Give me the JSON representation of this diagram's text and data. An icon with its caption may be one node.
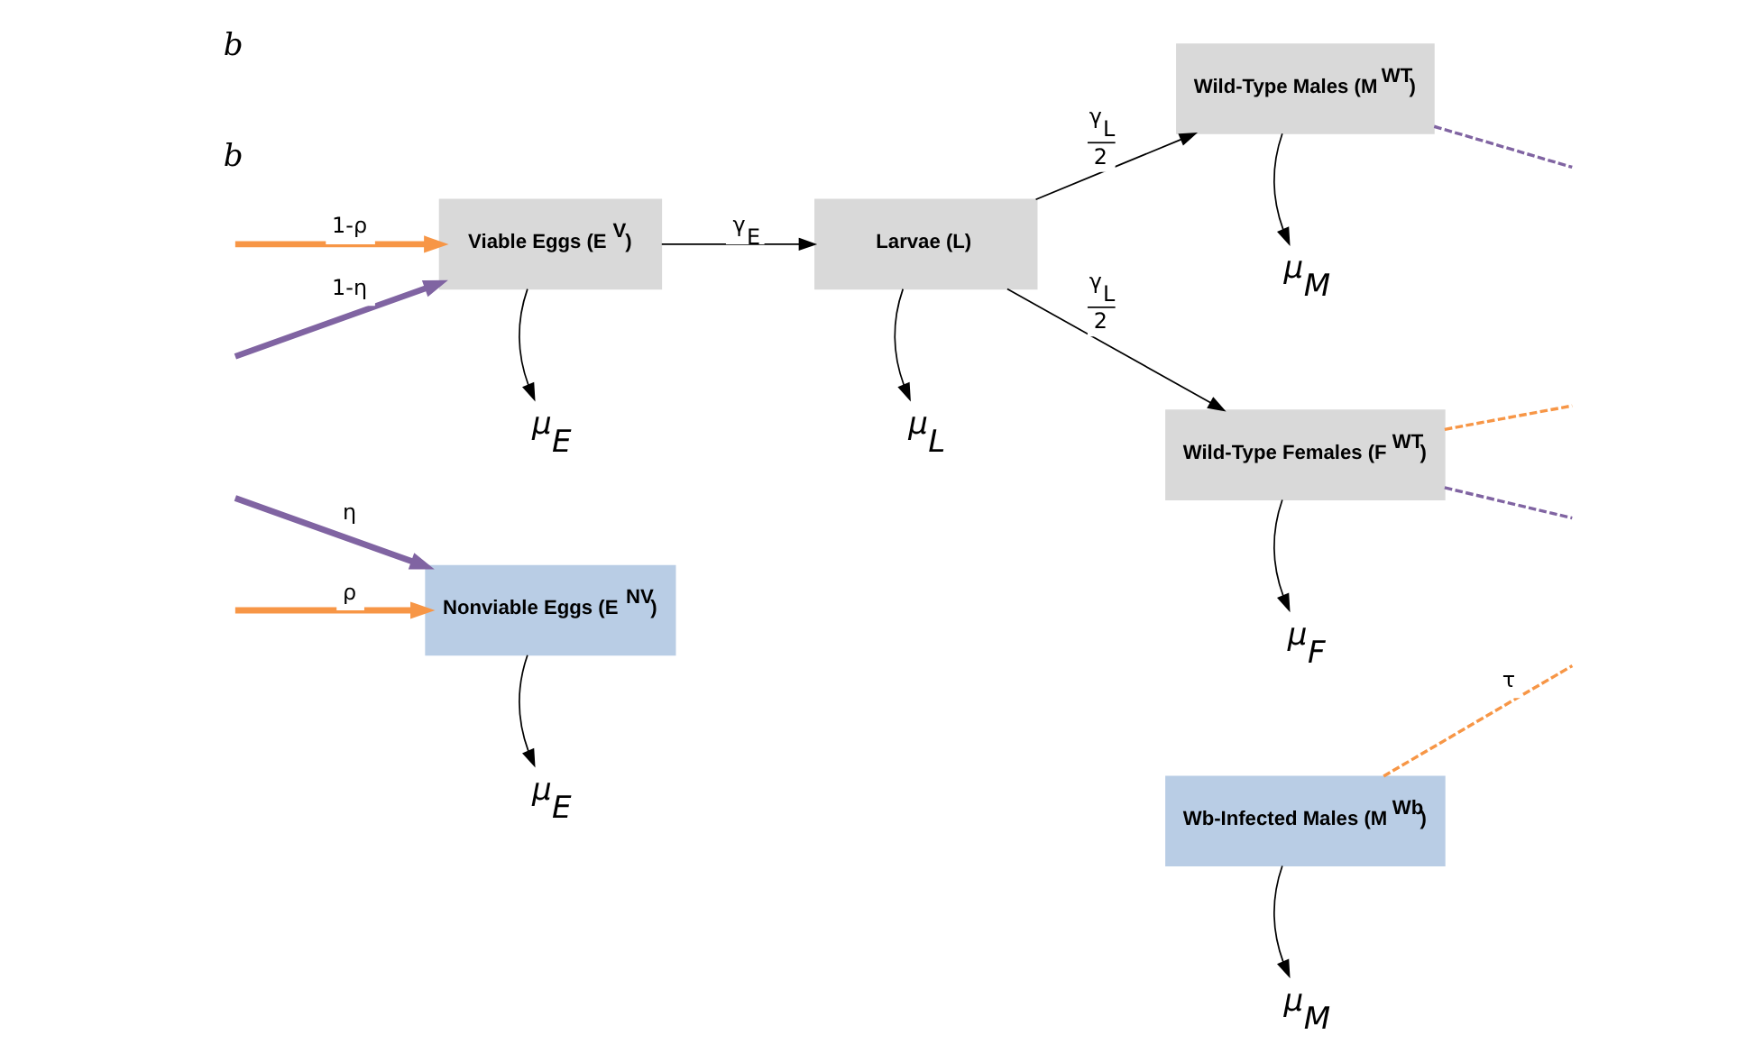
{
  "diagram": {
    "nodes": [
      {
        "text": [
          "Viable Eggs (E$^{V}$)"
        ]
      },
      {
        "text": [
          "Larvae (L)"
        ]
      },
      {
        "text": [
          "Wild-Type Males (M$^{WT}$)"
        ]
      },
      {
        "text": [
          "Wild-Type Females (F$^{WT}$)"
        ]
      },
      {
        "text": [
          "Nonviable Eggs (E$^{NV}$)"
        ]
      },
      {
        "text": [
          "Wb-Infected Males (M$^{Wb}$)"
        ]
      },
      {
        "text": [
          "μ$_{E}$"
        ]
      },
      {
        "text": [
          "μ$_{L}$"
        ]
      },
      {
        "text": [
          "μ$_{M}$"
        ]
      },
      {
        "text": [
          "μ$_{F}$"
        ]
      },
      {
        "text": [
          "μ$_{E}$"
        ]
      },
      {
        "text": [
          "μ$_{M}$"
        ]
      }
    ],
    "edges": [
      {
        "from": 0,
        "to": 1,
        "arrow": "to",
        "label": "γ$_{E}$"
      },
      {
        "from": 1,
        "to": 2,
        "arrow": "to",
        "label": "γ$_{L}$ 2"
      },
      {
        "from": 1,
        "to": 3,
        "arrow": "to",
        "label": "γ$_{L}$ 2"
      },
      {
        "from": 0,
        "to": 6,
        "arrow": "to"
      },
      {
        "from": 1,
        "to": 7,
        "arrow": "to"
      },
      {
        "from": 2,
        "to": 8,
        "arrow": "to"
      },
      {
        "from": 3,
        "to": 9,
        "arrow": "to"
      },
      {
        "from": 4,
        "to": 10,
        "arrow": "to"
      },
      {
        "from": 5,
        "to": 11,
        "arrow": "to"
      },
      {
        "from": 2,
        "to": null,
        "arrow": "none",
        "style": "dashed",
        "color": "#8064a2"
      },
      {
        "from": 3,
        "to": null,
        "arrow": "none",
        "style": "dashed",
        "color": "#8064a2"
      },
      {
        "from": 3,
        "to": null,
        "arrow": "none",
        "style": "dashed",
        "color": "#f79646"
      },
      {
        "from": 5,
        "to": null,
        "arrow": "none",
        "style": "dashed",
        "color": "#f79646",
        "label": "τ"
      },
      {
        "from": null,
        "to": 0,
        "arrow": "to",
        "style": "thick",
        "color": "#8064a2",
        "label": "1-η"
      },
      {
        "from": null,
        "to": 4,
        "arrow": "to",
        "style": "thick",
        "color": "#8064a2",
        "label": "η"
      },
      {
        "from": null,
        "to": 0,
        "arrow": "to",
        "style": "thick",
        "color": "#f79646",
        "label": "1-ρ"
      },
      {
        "from": null,
        "to": 4,
        "arrow": "to",
        "style": "thick",
        "color": "#f79646",
        "label": "ρ"
      }
    ],
    "labels": [
      "b",
      "b"
    ]
  }
}
